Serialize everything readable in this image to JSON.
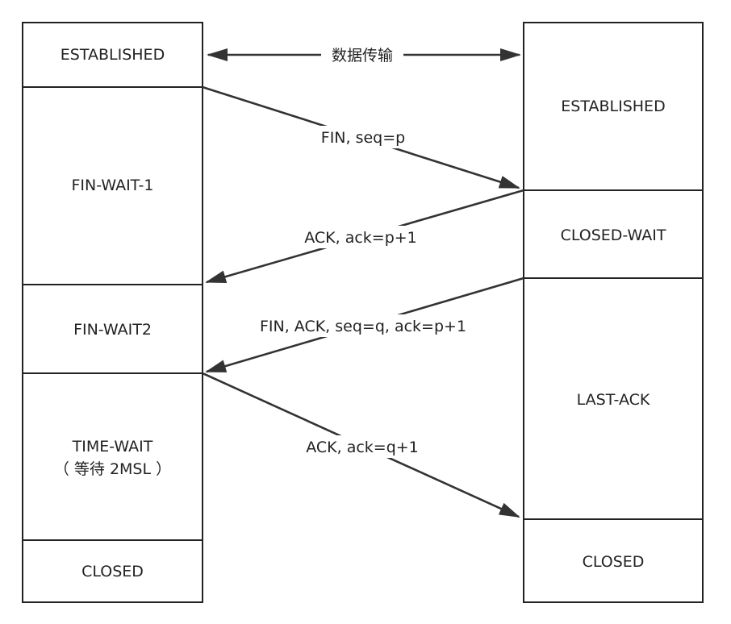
{
  "client": {
    "states": [
      "ESTABLISHED",
      "FIN-WAIT-1",
      "FIN-WAIT2",
      "TIME-WAIT",
      "CLOSED"
    ],
    "time_wait_note": "（ 等待 2MSL ）"
  },
  "server": {
    "states": [
      "ESTABLISHED",
      "CLOSED-WAIT",
      "LAST-ACK",
      "CLOSED"
    ]
  },
  "messages": {
    "data_transfer": "数据传输",
    "fin": "FIN, seq=p",
    "ack1": "ACK, ack=p+1",
    "fin_ack": "FIN, ACK, seq=q, ack=p+1",
    "ack2": "ACK, ack=q+1"
  }
}
